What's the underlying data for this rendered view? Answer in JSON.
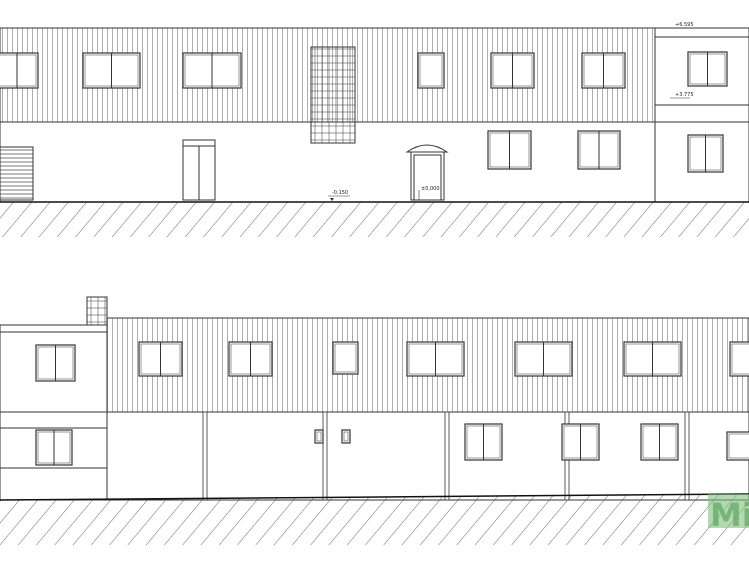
{
  "drawing": {
    "upper_elevation": {
      "levels": {
        "roof_top": "+6.595",
        "annex_eave": "+3.775",
        "terrain": "-0.150",
        "floor": "±0,000"
      }
    },
    "lower_elevation": {},
    "watermark": {
      "logo_text": "Mi",
      "color": "#7fbf7f"
    },
    "colors": {
      "line": "#333333",
      "hatch": "#555555",
      "background": "#ffffff"
    }
  }
}
